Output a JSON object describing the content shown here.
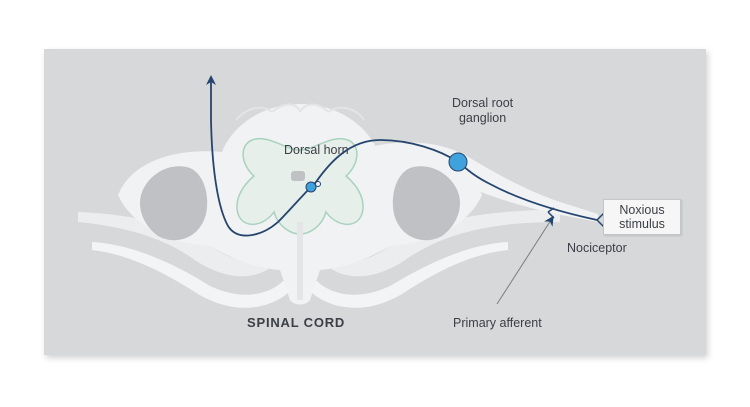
{
  "diagram": {
    "title": "SPINAL CORD",
    "labels": {
      "dorsal_horn": "Dorsal horn",
      "dorsal_root_ganglion": "Dorsal root\nganglion",
      "nociceptor": "Nociceptor",
      "primary_afferent": "Primary afferent",
      "noxious_stimulus": "Noxious\nstimulus"
    },
    "colors": {
      "background_panel": "#d7d8da",
      "tissue": "#f1f2f3",
      "grey_matter": "#c0c1c4",
      "dorsal_horn_fill": "#e7efeb",
      "dorsal_horn_outline": "#a9d2bf",
      "nerve_path": "#26456e",
      "neuron_body": "#3fa2dc",
      "text": "#3b3e45"
    }
  }
}
